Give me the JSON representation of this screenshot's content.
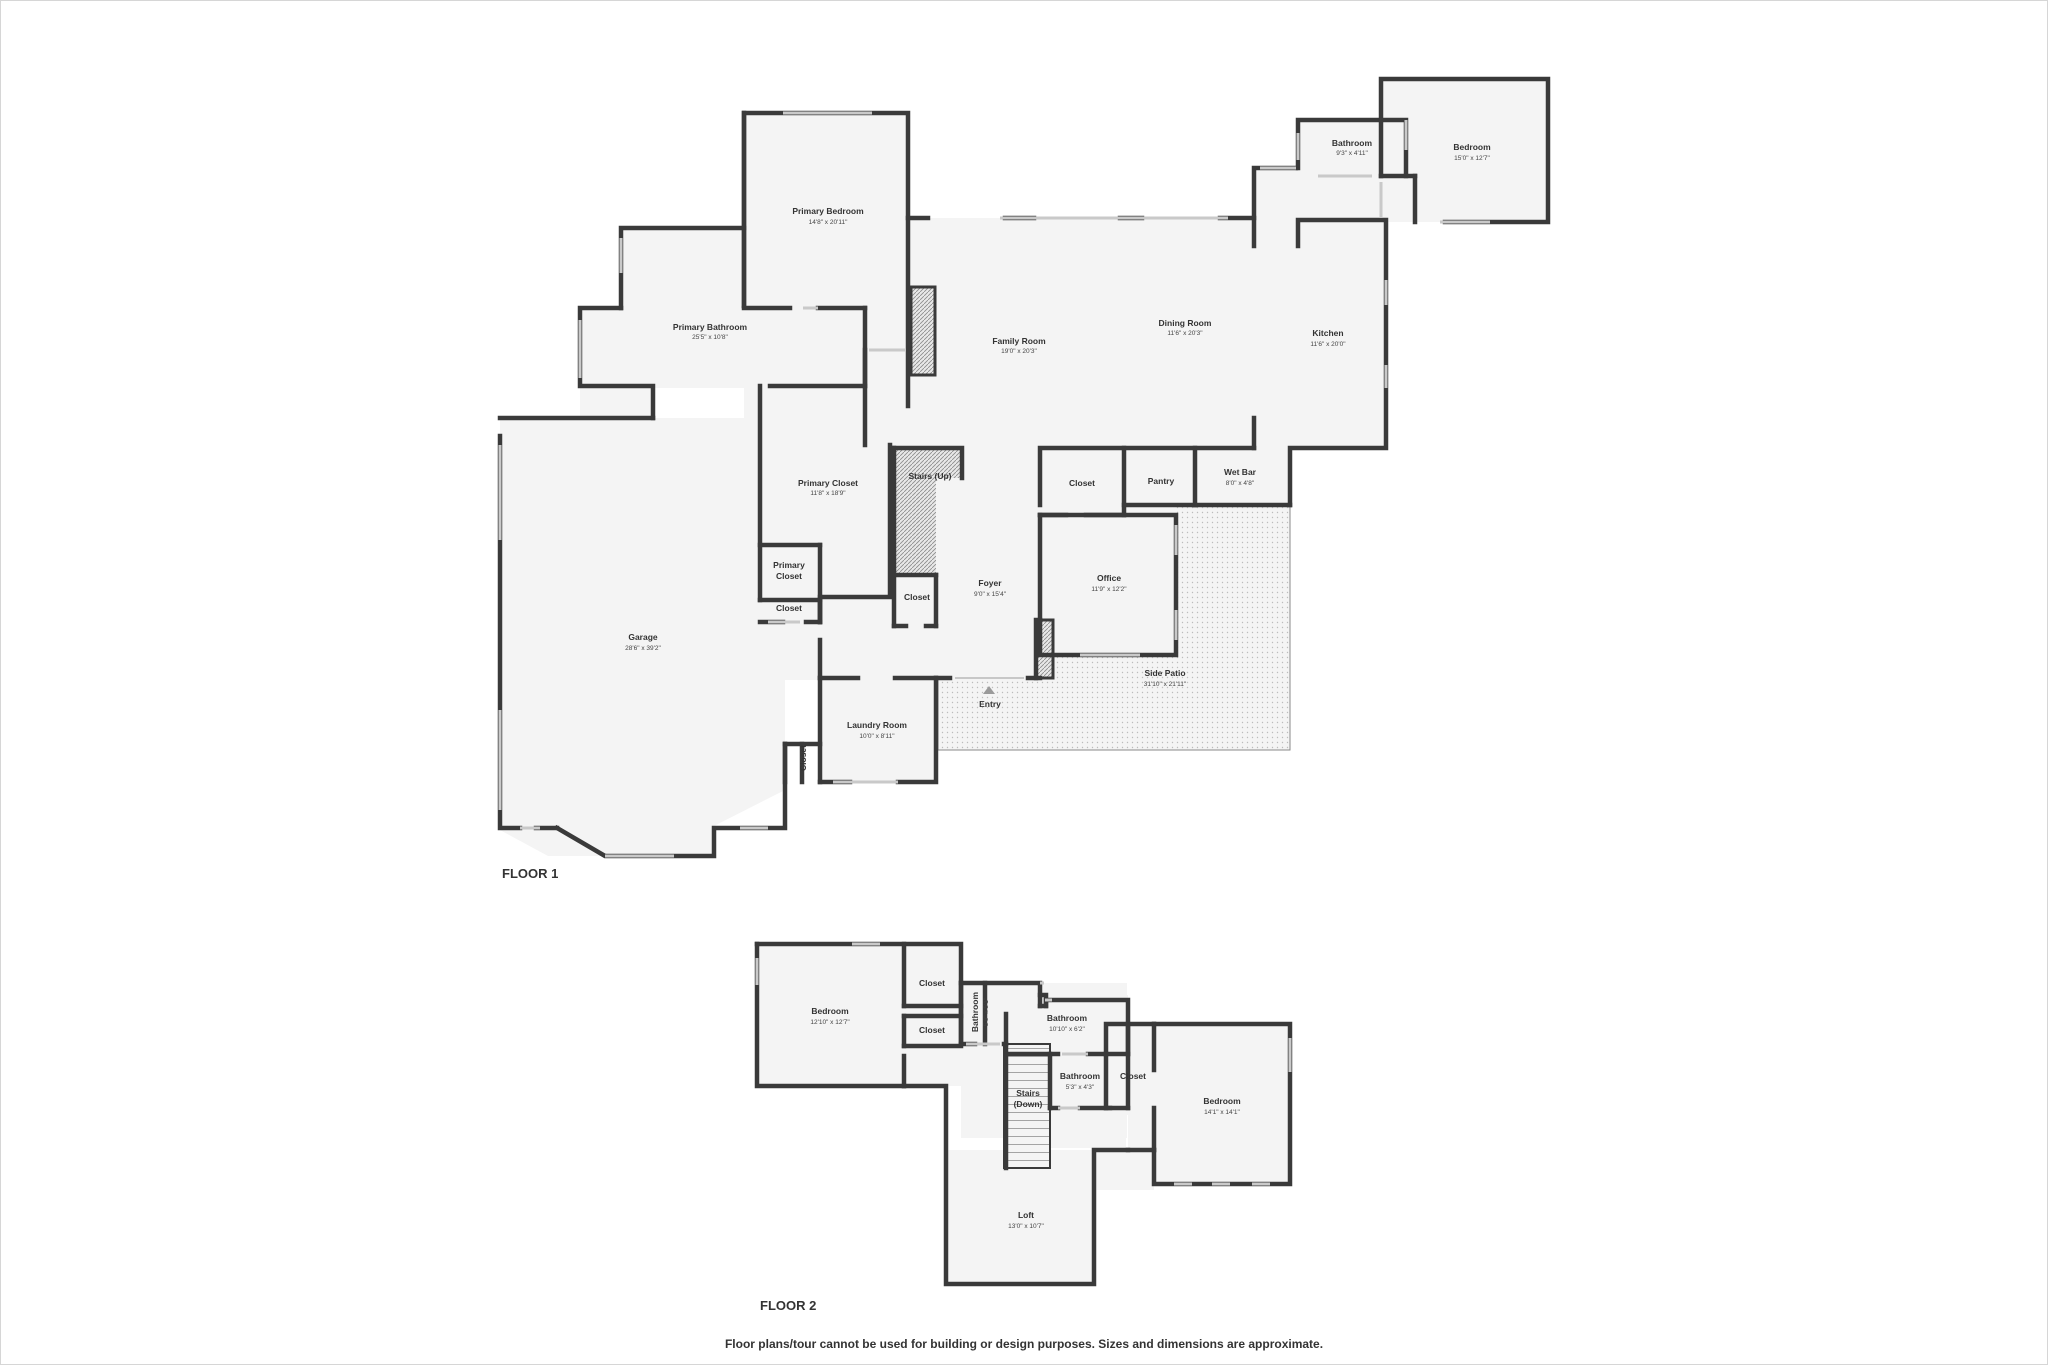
{
  "floors": [
    {
      "label": "FLOOR 1"
    },
    {
      "label": "FLOOR 2"
    }
  ],
  "rooms": {
    "primary_bedroom": {
      "name": "Primary Bedroom",
      "dim": "14'8\" x 20'11\""
    },
    "primary_bathroom": {
      "name": "Primary Bathroom",
      "dim": "25'5\" x 10'8\""
    },
    "family_room": {
      "name": "Family Room",
      "dim": "19'0\" x 20'3\""
    },
    "dining_room": {
      "name": "Dining Room",
      "dim": "11'6\" x 20'3\""
    },
    "kitchen": {
      "name": "Kitchen",
      "dim": "11'6\" x 20'0\""
    },
    "bathroom_1": {
      "name": "Bathroom",
      "dim": "9'3\" x 4'11\""
    },
    "bedroom_1": {
      "name": "Bedroom",
      "dim": "15'0\" x 12'7\""
    },
    "primary_closet": {
      "name": "Primary Closet",
      "dim": "11'8\" x 18'9\""
    },
    "stairs_up": {
      "name": "Stairs (Up)"
    },
    "closet_entry": {
      "name": "Closet"
    },
    "pantry": {
      "name": "Pantry"
    },
    "wet_bar": {
      "name": "Wet Bar",
      "dim": "8'0\" x 4'8\""
    },
    "office": {
      "name": "Office",
      "dim": "11'9\" x 12'2\""
    },
    "foyer": {
      "name": "Foyer",
      "dim": "9'0\" x 15'4\""
    },
    "primary_closet_small": {
      "name1": "Primary",
      "name2": "Closet"
    },
    "closet_small": {
      "name": "Closet"
    },
    "closet_foyer": {
      "name": "Closet"
    },
    "garage": {
      "name": "Garage",
      "dim": "28'6\" x 39'2\""
    },
    "side_patio": {
      "name": "Side Patio",
      "dim": "31'10\" x 21'11\""
    },
    "entry": {
      "name": "Entry"
    },
    "laundry_room": {
      "name": "Laundry Room",
      "dim": "10'0\" x 8'11\""
    },
    "closet_laundry": {
      "name": "Closet"
    },
    "f2_bedroom_left": {
      "name": "Bedroom",
      "dim": "12'10\" x 12'7\""
    },
    "f2_closet_a": {
      "name": "Closet"
    },
    "f2_closet_b": {
      "name": "Closet"
    },
    "f2_bathroom_narrow": {
      "name": "Bathroom",
      "dim": "5'6\" x 5'1\""
    },
    "f2_bathroom_top": {
      "name": "Bathroom",
      "dim": "10'10\" x 6'2\""
    },
    "f2_stairs_down": {
      "name1": "Stairs",
      "name2": "(Down)"
    },
    "f2_bathroom_small": {
      "name": "Bathroom",
      "dim": "5'3\" x 4'3\""
    },
    "f2_closet_c": {
      "name": "Closet"
    },
    "f2_bedroom_right": {
      "name": "Bedroom",
      "dim": "14'1\" x 14'1\""
    },
    "f2_loft": {
      "name": "Loft",
      "dim": "13'0\" x 10'7\""
    }
  },
  "disclaimer": "Floor plans/tour cannot be used for building or design purposes. Sizes and dimensions are approximate."
}
